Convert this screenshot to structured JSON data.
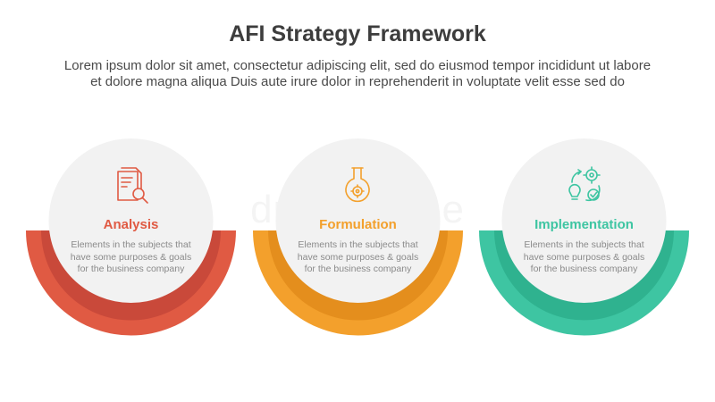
{
  "header": {
    "title": "AFI Strategy Framework",
    "subtitle_lines": [
      "Lorem ipsum dolor sit amet, consectetur adipiscing elit, sed do eiusmod tempor incididunt ut labore",
      "et dolore magna aliqua Duis aute irure dolor in reprehenderit in voluptate velit esse sed do"
    ]
  },
  "watermark": "dreamstime",
  "stages": [
    {
      "label": "Analysis",
      "icon": "document-magnifier-icon",
      "color": "#e05a43",
      "dark": "#c9493a",
      "desc": [
        "Elements in the subjects that",
        "have  some purposes & goals",
        "for the business company"
      ]
    },
    {
      "label": "Formulation",
      "icon": "flask-gear-icon",
      "color": "#f3a02c",
      "dark": "#e48e1d",
      "desc": [
        "Elements in the subjects that",
        "have  some purposes & goals",
        "for the business company"
      ]
    },
    {
      "label": "Implementation",
      "icon": "gear-bulb-cycle-icon",
      "color": "#3ec5a2",
      "dark": "#2fb28f",
      "desc": [
        "Elements in the subjects that",
        "have  some purposes & goals",
        "for the business company"
      ]
    }
  ]
}
